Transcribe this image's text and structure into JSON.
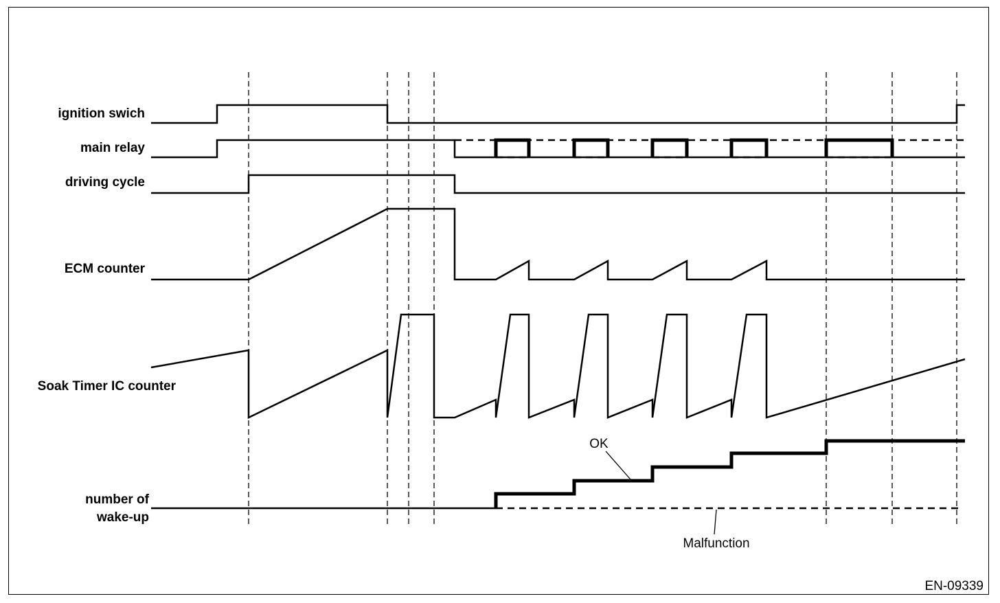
{
  "diagram": {
    "signals": {
      "ignition": "ignition swich",
      "main_relay": "main relay",
      "driving_cycle": "driving cycle",
      "ecm_counter": "ECM counter",
      "soak_timer": "Soak Timer IC counter",
      "wakeup_line1": "number of",
      "wakeup_line2": "wake-up"
    },
    "annotations": {
      "ok": "OK",
      "malfunction": "Malfunction"
    },
    "figure_id": "EN-09339"
  }
}
